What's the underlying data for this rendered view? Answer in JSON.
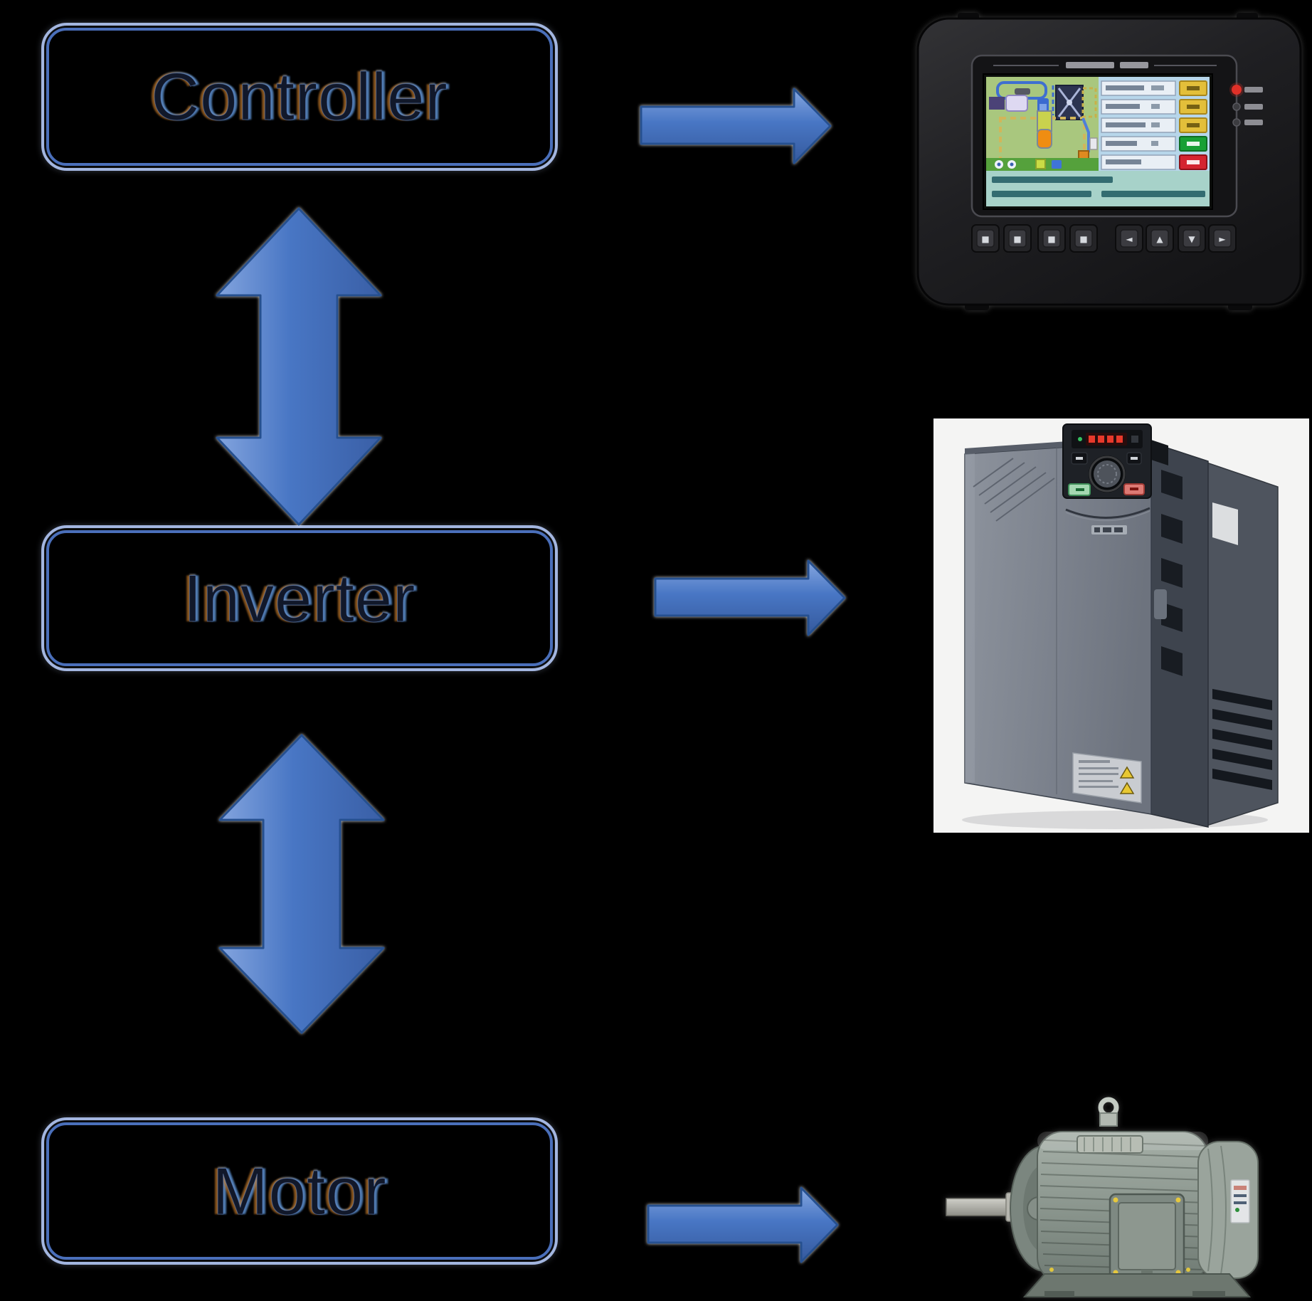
{
  "boxes": [
    {
      "id": "controller",
      "label": "Controller"
    },
    {
      "id": "inverter",
      "label": "Inverter"
    },
    {
      "id": "motor",
      "label": "Motor"
    }
  ],
  "connections": {
    "bidirectional": [
      {
        "between": [
          "Controller",
          "Inverter"
        ],
        "type": "double-headed-vertical-arrow"
      },
      {
        "between": [
          "Inverter",
          "Motor"
        ],
        "type": "double-headed-vertical-arrow"
      }
    ],
    "pointers": [
      {
        "from": "Controller",
        "to": "controller-photo",
        "type": "right-arrow"
      },
      {
        "from": "Inverter",
        "to": "inverter-photo",
        "type": "right-arrow"
      },
      {
        "from": "Motor",
        "to": "motor-photo",
        "type": "right-arrow"
      }
    ]
  },
  "photos": {
    "controller": {
      "icon": "hmi-controller-photo",
      "screen_rows": 5,
      "row_button_colors": [
        "#e3bf3a",
        "#e3bf3a",
        "#e3bf3a",
        "#18a035",
        "#d42430"
      ],
      "key_glyphs": [
        "■",
        "■",
        "■",
        "■",
        "◄",
        "▲",
        "▼",
        "►"
      ],
      "led_colors": [
        "#e03028",
        "#c8c8c8",
        "#c8c8c8"
      ]
    },
    "inverter": {
      "icon": "vfd-inverter-photo",
      "display_color": "#e8392b",
      "run_button_color": "#a5d8b2",
      "stop_button_color": "#dd7a74"
    },
    "motor": {
      "icon": "ac-motor-photo"
    }
  },
  "style": {
    "background": "#000000",
    "arrow_fill": "#4472c4",
    "arrow_edge": "#26508f",
    "box_border_outer": "#a3b6e0",
    "box_border_inner": "#4a6fba",
    "label_color": "#11182a"
  }
}
